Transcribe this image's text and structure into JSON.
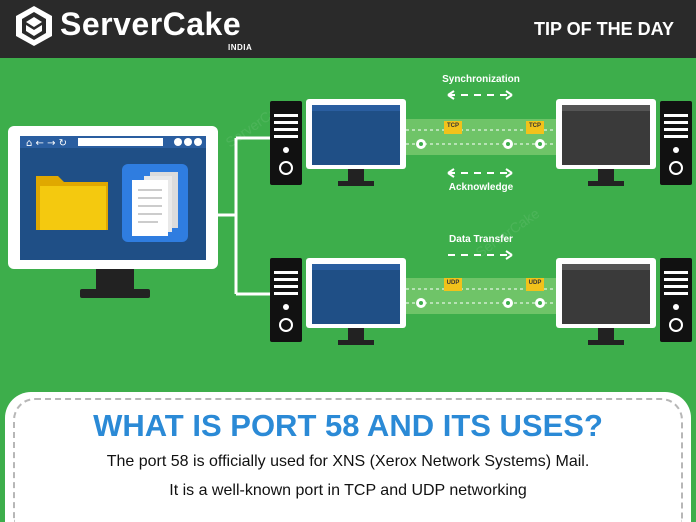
{
  "header": {
    "brand": "ServerCake",
    "brand_sub": "INDIA",
    "tip": "TIP OF THE DAY"
  },
  "diagram": {
    "sync_label": "Synchronization",
    "ack_label": "Acknowledge",
    "transfer_label": "Data Transfer",
    "tcp_tag": "TCP",
    "udp_tag": "UDP",
    "icons": [
      "folder-icon",
      "documents-icon",
      "server-tower-icon",
      "monitor-icon"
    ]
  },
  "article": {
    "headline": "WHAT IS PORT 58 AND ITS USES?",
    "line1": "The port 58 is officially used for XNS (Xerox Network Systems) Mail.",
    "line2": "It is a well-known port in TCP and UDP networking"
  },
  "colors": {
    "background": "#3dae4b",
    "header": "#2a2a2a",
    "headline": "#2b8ad6",
    "screen": "#1f4f86",
    "tag": "#f2c21b"
  }
}
